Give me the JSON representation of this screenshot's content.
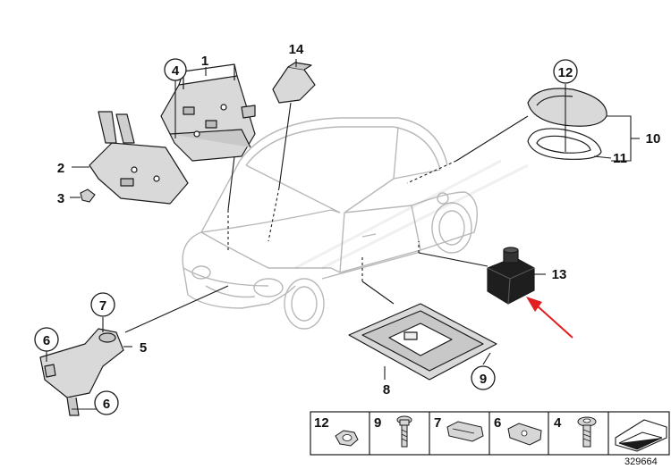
{
  "diagram": {
    "id": "329664",
    "callouts": {
      "c1": "1",
      "c2": "2",
      "c3": "3",
      "c4": "4",
      "c5": "5",
      "c6a": "6",
      "c6b": "6",
      "c7": "7",
      "c8": "8",
      "c9": "9",
      "c10": "10",
      "c11": "11",
      "c12": "12",
      "c13": "13",
      "c14": "14"
    },
    "legend": [
      {
        "number": "12",
        "part": "flange-nut"
      },
      {
        "number": "9",
        "part": "screw"
      },
      {
        "number": "7",
        "part": "clip-nut"
      },
      {
        "number": "6",
        "part": "clip-nut"
      },
      {
        "number": "4",
        "part": "screw"
      },
      {
        "number": "",
        "part": "shim"
      }
    ],
    "colors": {
      "line": "#1a1a1a",
      "part_fill": "#d8d8d8",
      "car_line": "#b0b0b0",
      "arrow": "#e02020"
    }
  }
}
